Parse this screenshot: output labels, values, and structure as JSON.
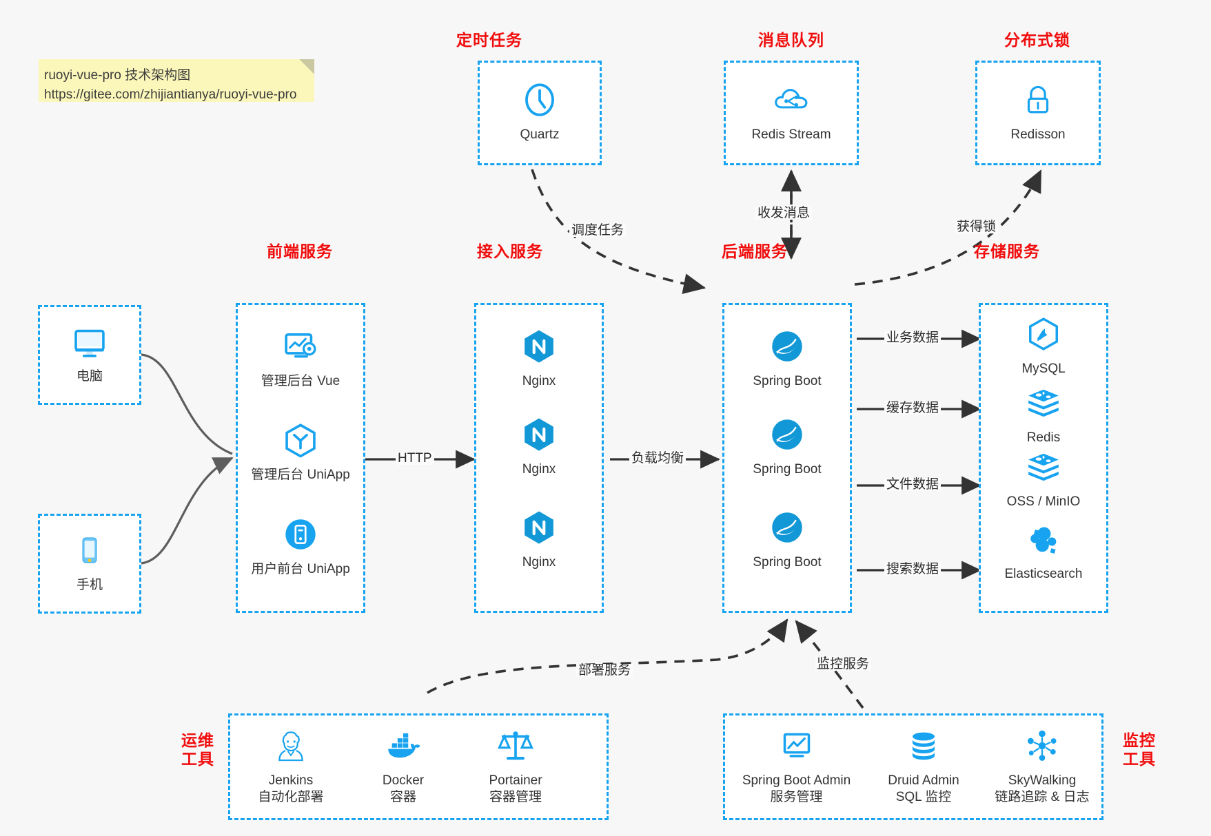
{
  "note": {
    "line1": "ruoyi-vue-pro 技术架构图",
    "line2": "https://gitee.com/zhijiantianya/ruoyi-vue-pro"
  },
  "sections": {
    "scheduler": "定时任务",
    "mq": "消息队列",
    "lock": "分布式锁",
    "frontend": "前端服务",
    "gateway": "接入服务",
    "backend": "后端服务",
    "storage": "存储服务",
    "devops_line1": "运维",
    "devops_line2": "工具",
    "monitor_line1": "监控",
    "monitor_line2": "工具"
  },
  "clients": [
    {
      "label": "电脑",
      "icon": "desktop-icon"
    },
    {
      "label": "手机",
      "icon": "mobile-icon"
    }
  ],
  "frontend_nodes": [
    {
      "label": "管理后台 Vue",
      "icon": "dashboard-icon"
    },
    {
      "label": "管理后台 UniApp",
      "icon": "uniapp-hex-icon"
    },
    {
      "label": "用户前台 UniApp",
      "icon": "mobile-app-icon"
    }
  ],
  "gateway_nodes": [
    {
      "label": "Nginx",
      "icon": "nginx-icon"
    },
    {
      "label": "Nginx",
      "icon": "nginx-icon"
    },
    {
      "label": "Nginx",
      "icon": "nginx-icon"
    }
  ],
  "backend_nodes": [
    {
      "label": "Spring Boot",
      "icon": "spring-boot-icon"
    },
    {
      "label": "Spring Boot",
      "icon": "spring-boot-icon"
    },
    {
      "label": "Spring Boot",
      "icon": "spring-boot-icon"
    }
  ],
  "storage_nodes": [
    {
      "label": "MySQL",
      "icon": "mysql-icon"
    },
    {
      "label": "Redis",
      "icon": "redis-icon"
    },
    {
      "label": "OSS / MinIO",
      "icon": "oss-minio-icon"
    },
    {
      "label": "Elasticsearch",
      "icon": "elasticsearch-icon"
    }
  ],
  "top_nodes": {
    "quartz": {
      "label": "Quartz",
      "icon": "clock-icon"
    },
    "redis_stream": {
      "label": "Redis Stream",
      "icon": "cloud-stream-icon"
    },
    "redisson": {
      "label": "Redisson",
      "icon": "lock-icon"
    }
  },
  "devops_nodes": [
    {
      "label": "Jenkins",
      "sub": "自动化部署",
      "icon": "jenkins-icon"
    },
    {
      "label": "Docker",
      "sub": "容器",
      "icon": "docker-icon"
    },
    {
      "label": "Portainer",
      "sub": "容器管理",
      "icon": "scales-icon"
    }
  ],
  "monitor_nodes": [
    {
      "label": "Spring Boot Admin",
      "sub": "服务管理",
      "icon": "monitor-chart-icon"
    },
    {
      "label": "Druid Admin",
      "sub": "SQL 监控",
      "icon": "database-icon"
    },
    {
      "label": "SkyWalking",
      "sub": "链路追踪 & 日志",
      "icon": "skywalking-icon"
    }
  ],
  "edges": {
    "http": "HTTP",
    "load_balance": "负载均衡",
    "schedule_task": "调度任务",
    "send_receive_msg": "收发消息",
    "acquire_lock": "获得锁",
    "business_data": "业务数据",
    "cache_data": "缓存数据",
    "file_data": "文件数据",
    "search_data": "搜索数据",
    "deploy_service": "部署服务",
    "monitor_service": "监控服务"
  },
  "colors": {
    "accent_blue": "#17a3ef",
    "icon_blue": "#189ce0",
    "caption_red": "#f10d0d",
    "note_yellow": "#fbf7ba",
    "background": "#f7f7f7",
    "arrow_dark": "#333333",
    "curve_gray": "#595959"
  }
}
